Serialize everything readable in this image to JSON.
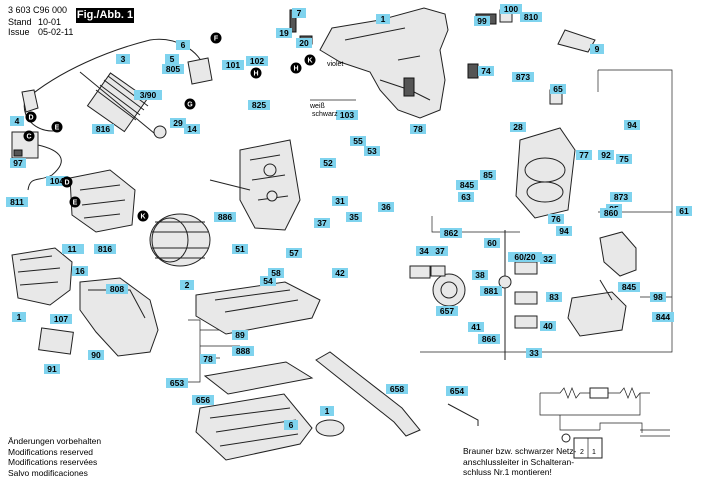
{
  "header": {
    "code": "3 603 C96 000",
    "stand_label": "Stand",
    "stand_value": "10-01",
    "issue_label": "Issue",
    "issue_value": "05-02-11",
    "fig_label": "Fig./Abb. 1"
  },
  "footer_left": [
    "Änderungen vorbehalten",
    "Modifications reserved",
    "Modifications reservées",
    "Salvo modificaciones"
  ],
  "footer_right": [
    "Brauner bzw. schwarzer Netz-",
    "anschlussleiter in Schalteran-",
    "schluss Nr.1 montieren!"
  ],
  "wire_labels": [
    "violet",
    "weiß",
    "schwarz"
  ],
  "terminal_labels": [
    "2",
    "1"
  ],
  "letter_markers": [
    "F",
    "G",
    "H",
    "K",
    "D",
    "E",
    "C",
    "D",
    "E",
    "K",
    "H"
  ],
  "part_labels": [
    "1",
    "2",
    "3",
    "3/90",
    "4",
    "5",
    "6",
    "7",
    "805",
    "100",
    "99",
    "810",
    "9",
    "19",
    "20",
    "101",
    "102",
    "825",
    "103",
    "74",
    "873",
    "65",
    "94",
    "28",
    "78",
    "14",
    "29",
    "816",
    "104",
    "97",
    "811",
    "107",
    "886",
    "11",
    "16",
    "816",
    "52",
    "55",
    "53",
    "37",
    "31",
    "35",
    "36",
    "51",
    "57",
    "42",
    "54",
    "58",
    "85",
    "845",
    "63",
    "862",
    "60",
    "76",
    "77",
    "92",
    "75",
    "873",
    "95",
    "94",
    "860",
    "61",
    "60/20",
    "32",
    "34",
    "37",
    "38",
    "881",
    "83",
    "40",
    "41",
    "866",
    "33",
    "657",
    "844",
    "845",
    "98",
    "1",
    "107",
    "808",
    "90",
    "91",
    "89",
    "888",
    "78",
    "653",
    "656",
    "658",
    "654",
    "1",
    "6"
  ]
}
